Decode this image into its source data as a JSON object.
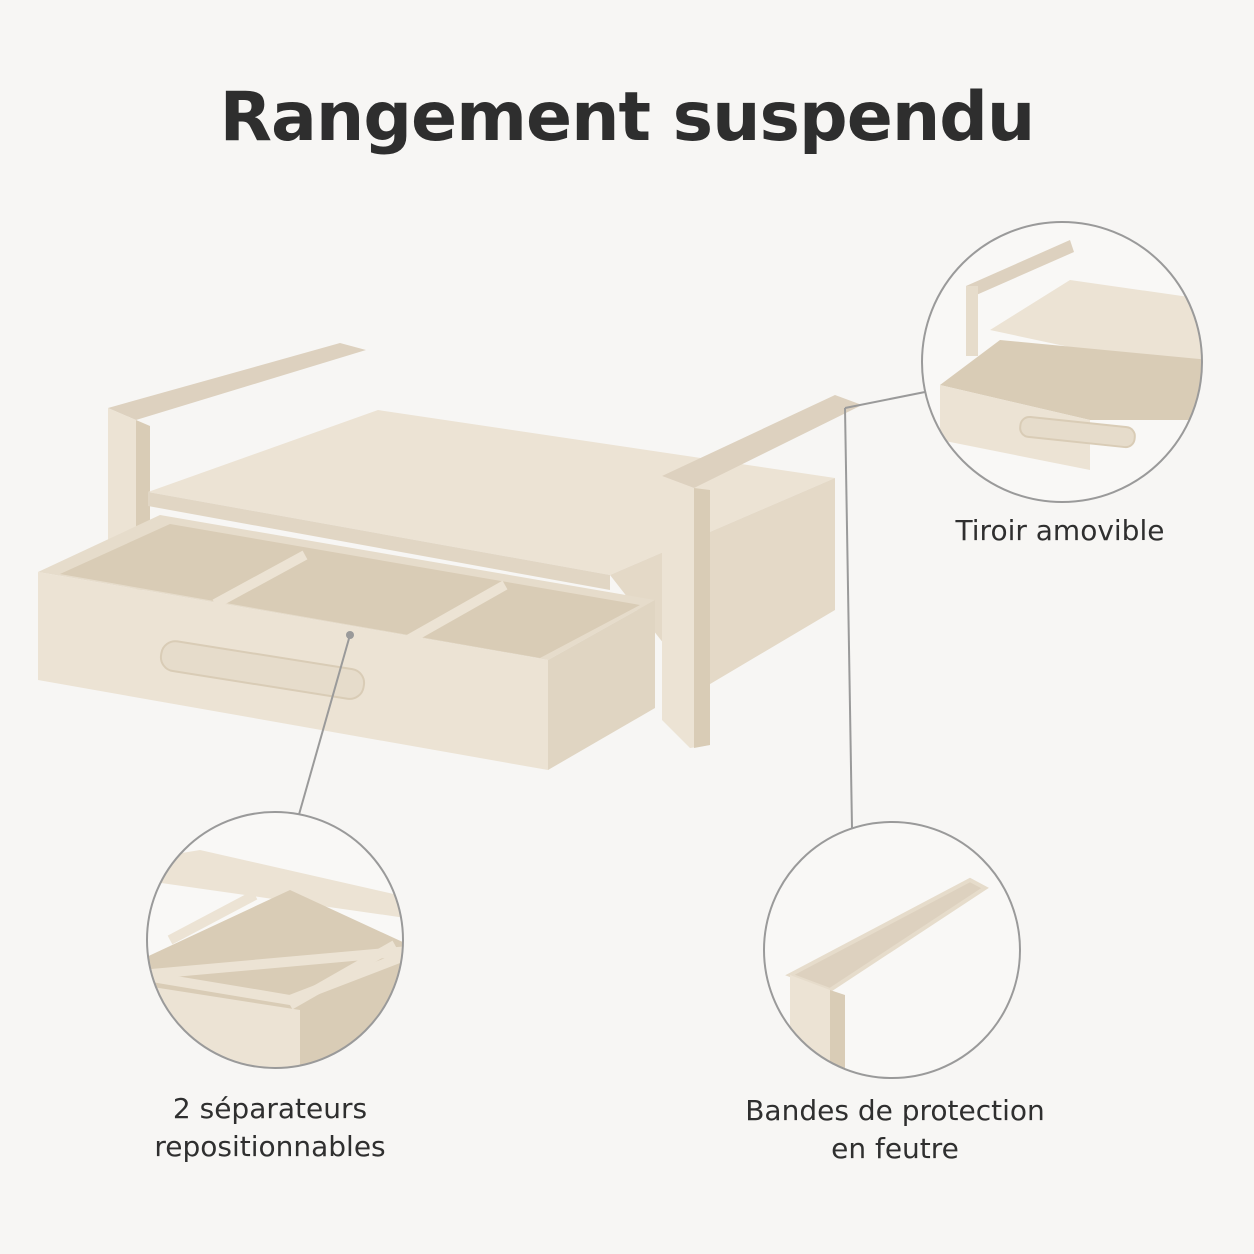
{
  "title": "Rangement suspendu",
  "callouts": {
    "drawer": {
      "label": "Tiroir amovible",
      "icon": "removable-drawer-detail"
    },
    "separators": {
      "label_line1": "2 séparateurs",
      "label_line2": "repositionnables",
      "icon": "drawer-separators-detail"
    },
    "felt": {
      "label_line1": "Bandes de protection",
      "label_line2": "en feutre",
      "icon": "felt-pad-arm-detail"
    }
  },
  "colors": {
    "background": "#f7f6f4",
    "product": "#ece3d4",
    "product_shadow": "#d9ccb6",
    "felt": "#ddd1bf",
    "leader_line": "#9a9a9a"
  }
}
